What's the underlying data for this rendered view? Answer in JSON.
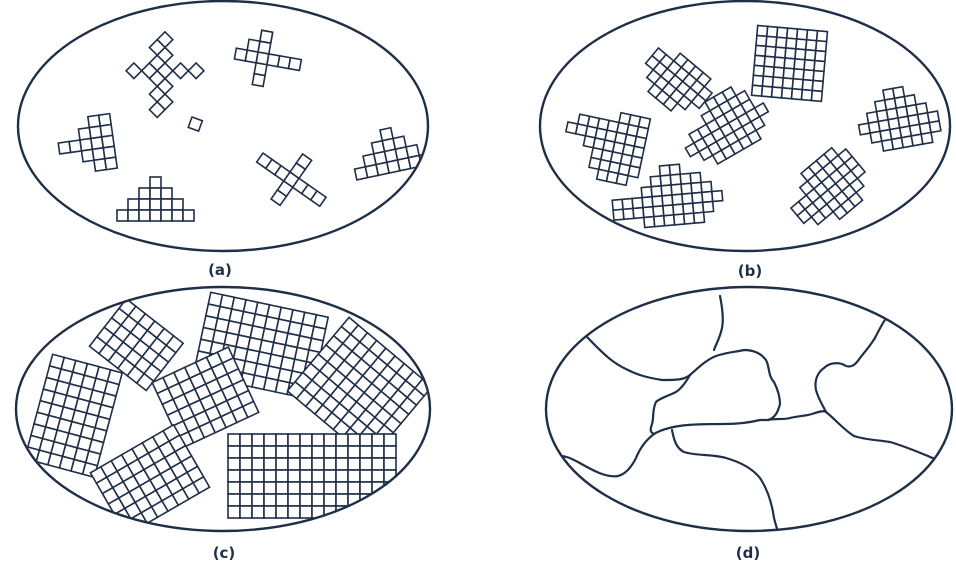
{
  "panels": [
    {
      "key": "a",
      "label": "(a)",
      "stage": "nucleation"
    },
    {
      "key": "b",
      "label": "(b)",
      "stage": "growth"
    },
    {
      "key": "c",
      "label": "(c)",
      "stage": "impingement"
    },
    {
      "key": "d",
      "label": "(d)",
      "stage": "grain-boundaries"
    }
  ],
  "colors": {
    "line": "#1f2f48",
    "background": "#ffffff"
  }
}
